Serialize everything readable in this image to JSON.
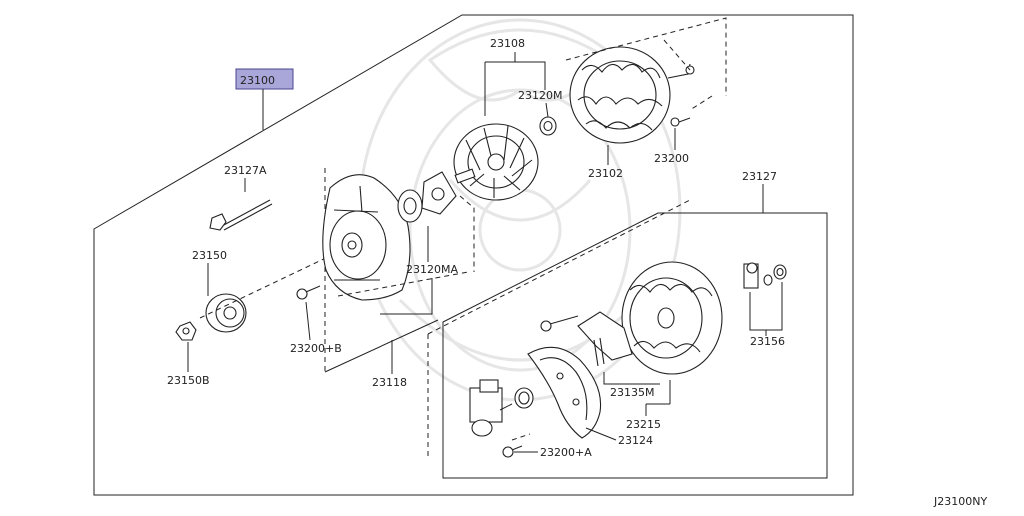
{
  "diagram": {
    "assembly_number": "23100",
    "drawing_code": "J23100NY",
    "callouts": {
      "c23108": "23108",
      "c23120M": "23120M",
      "c23102": "23102",
      "c23200": "23200",
      "c23127A": "23127A",
      "c23127": "23127",
      "c23150": "23150",
      "c23150B": "23150B",
      "c23120MA": "23120MA",
      "c23200B": "23200+B",
      "c23118": "23118",
      "c23156": "23156",
      "c23135M": "23135M",
      "c23215": "23215",
      "c23124": "23124",
      "c23200A": "23200+A"
    },
    "highlight_color": "#a9a6d9"
  }
}
